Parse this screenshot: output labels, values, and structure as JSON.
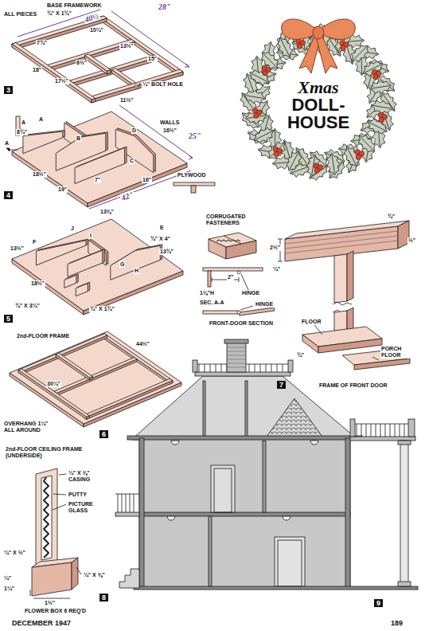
{
  "diagram": {
    "title": "Xmas DOLL-HOUSE",
    "labels": [
      "ALL PIECES",
      "BASE FRAMEWORK",
      "¾\" X 1¾\"",
      "40½",
      "28\"",
      "7¾\"",
      "10¼\"",
      "13½\"",
      "15\"",
      "6½\"",
      "18\"",
      "17½\"",
      "¼\" BOLT HOLE",
      "3",
      "A",
      "A",
      "A",
      "B",
      "D",
      "C",
      "8¾\"",
      "11½\"",
      "WALLS",
      "16½\"",
      "7\"",
      "16\"",
      "18½\"",
      "19\"",
      "PLYWOOD",
      "25\"",
      "42\"",
      "4",
      "13⅜\"",
      "E",
      "F",
      "J",
      "I",
      "G",
      "H",
      "¾\" X 4\"",
      "13¾\"",
      "13½\"",
      "18½\"",
      "¾\" X 3¼\"",
      "¾\" X 1¾\"",
      "5",
      "CORRUGATED FASTENERS",
      "2\"",
      "1⅛\"H",
      "SEC. A-A",
      "HINGE",
      "HINGE",
      "FRONT-DOOR SECTION",
      "¾\"",
      "½\"",
      "2½\"",
      "¼\"",
      "FLOOR",
      "¾\"",
      "PORCH FLOOR",
      "FRAME OF FRONT DOOR",
      "7",
      "2nd-FLOOR FRAME",
      "44½\"",
      "30¼\"",
      "OVERHANG 1¼\" ALL AROUND",
      "6",
      "2nd-FLOOR CEILING FRAME (UNDERSIDE)",
      "¼\" X ⅜\" CASING",
      "PUTTY",
      "PICTURE GLASS",
      "¼\" X ½\"",
      "¼\" X ⅜\"",
      "1¼\"",
      "¼\"",
      "1½\"",
      "FLOWER BOX 6 REQ'D",
      "8",
      "9",
      "DECEMBER 1947",
      "189"
    ]
  }
}
